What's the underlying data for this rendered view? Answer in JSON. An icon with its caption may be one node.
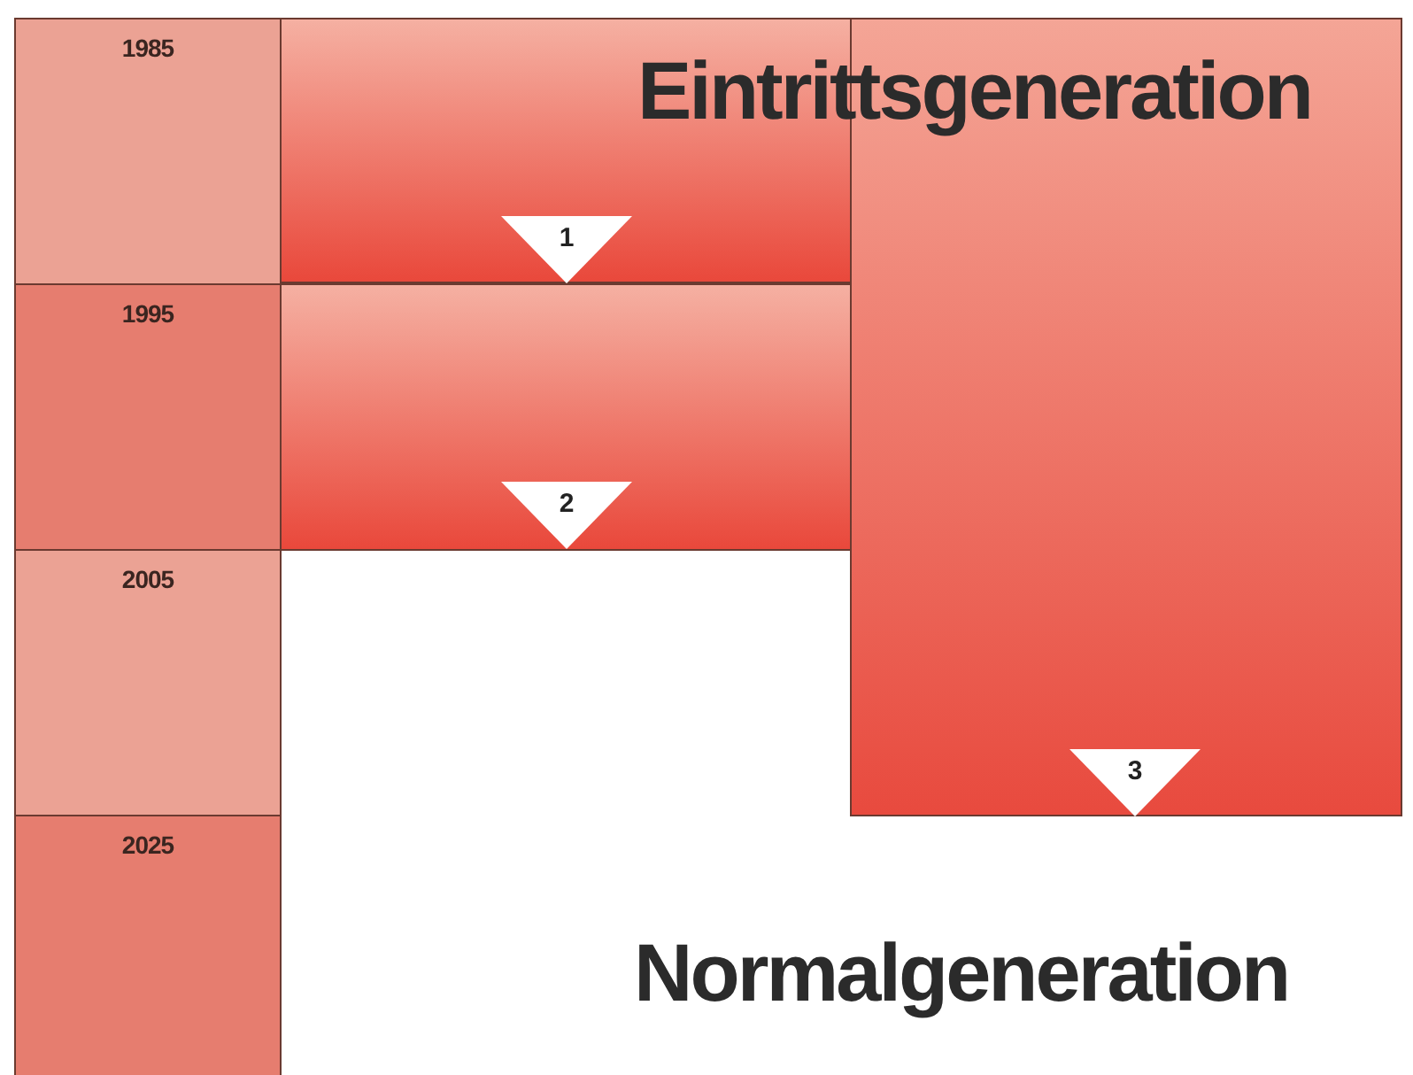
{
  "diagram": {
    "nodes": [
      {
        "text": [
          "1985"
        ]
      },
      {
        "text": [
          "1995"
        ]
      },
      {
        "text": [
          "2005"
        ]
      },
      {
        "text": [
          "2025"
        ]
      },
      {
        "text": [],
        "shape": "box"
      },
      {
        "text": [
          "1"
        ],
        "in": 4
      },
      {
        "text": [],
        "shape": "box"
      },
      {
        "text": [
          "2"
        ],
        "in": 6
      },
      {
        "text": [],
        "shape": "box"
      },
      {
        "text": [
          "3"
        ],
        "in": 8
      }
    ],
    "labels": [
      "Eintrittsgeneration",
      "Normalgeneration"
    ]
  }
}
